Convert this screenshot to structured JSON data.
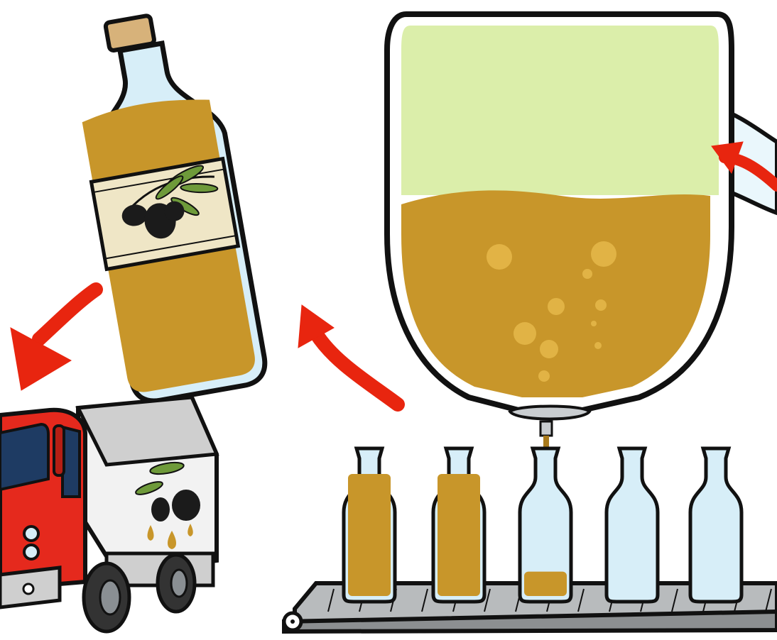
{
  "scene": {
    "description_steps": [
      "tank",
      "bottling-line",
      "olive-oil-bottle",
      "delivery-truck"
    ],
    "flow_arrow_count": 3,
    "conveyor_bottle_fill": [
      1,
      1,
      0.2,
      0,
      0
    ]
  },
  "colors": {
    "background": "#ffffff",
    "outline": "#111111",
    "oil": "#c8962a",
    "oil_dark": "#a87a1c",
    "oil_highlight": "#e6b94a",
    "tank_headspace": "#dbeeaa",
    "glass": "#d7eef8",
    "glass_edge": "#eaf7fc",
    "arrow": "#e8250f",
    "cork": "#d7b27a",
    "label": "#efe6c6",
    "olive": "#1b1b1b",
    "leaf": "#6e9a3a",
    "truck_red": "#e5291d",
    "truck_red_dark": "#b51e14",
    "truck_box": "#f2f2f2",
    "truck_box_shade": "#cfcfcf",
    "window": "#1e3b63",
    "tire": "#333333",
    "hub": "#8a8f93",
    "belt": "#8c8f91",
    "belt_top": "#b8bbbd",
    "nozzle": "#c9cdd0"
  },
  "icons": [
    "olive-branch-icon",
    "oil-drop-icon",
    "flow-arrow-icon"
  ]
}
